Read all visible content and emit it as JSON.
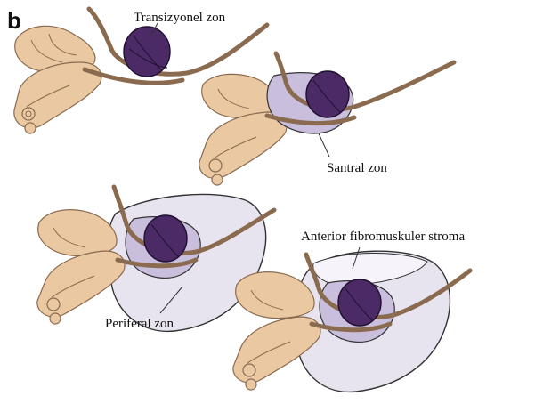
{
  "figure": {
    "panel_letter": "b",
    "labels": {
      "transition_zone": "Transizyonel zon",
      "central_zone": "Santral zon",
      "peripheral_zone": "Periferal zon",
      "anterior_stroma": "Anterior fibromuskuler stroma"
    }
  },
  "colors": {
    "tissue": "#e9c8a2",
    "tissue_outline": "#8a6b4f",
    "transition_zone": "#4b2a66",
    "central_zone": "#c9bfdc",
    "peripheral_zone": "#e7e3ef",
    "outline": "#333333"
  }
}
